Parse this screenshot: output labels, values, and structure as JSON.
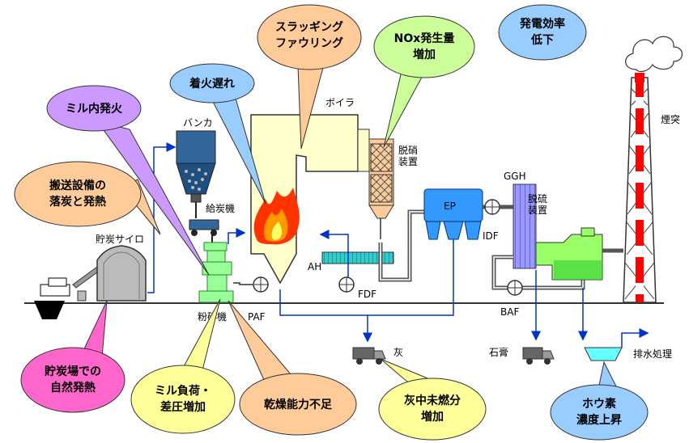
{
  "equipment_labels": {
    "coal_silo": "貯炭サイロ",
    "bunker": "バンカ",
    "coal_feeder": "給炭機",
    "pulverizer": "粉砕機",
    "boiler": "ボイラ",
    "denitrification": "脱硝",
    "denitrification_2": "装置",
    "air_heater": "AH",
    "fdf": "FDF",
    "paf": "PAF",
    "ep": "EP",
    "idf": "IDF",
    "ggh": "GGH",
    "desulfurization": "脱硫",
    "desulfurization_2": "装置",
    "baf": "BAF",
    "stack": "煙突",
    "ash": "灰",
    "gypsum": "石膏",
    "wastewater": "排水処理"
  },
  "problem_bubbles": {
    "mill_fire": "ミル内発火",
    "conveyor_1": "搬送設備の",
    "conveyor_2": "落炭と発熱",
    "yard_1": "貯炭場での",
    "yard_2": "自然発熱",
    "ignition_delay": "着火遅れ",
    "slagging_1": "スラッギング",
    "slagging_2": "ファウリング",
    "nox_1": "NOx発生量",
    "nox_2": "増加",
    "efficiency_1": "発電効率",
    "efficiency_2": "低下",
    "mill_load_1": "ミル負荷・",
    "mill_load_2": "差圧増加",
    "drying": "乾燥能力不足",
    "unburned_1": "灰中未燃分",
    "unburned_2": "増加",
    "boron_1": "ホウ素",
    "boron_2": "濃度上昇"
  },
  "colors": {
    "purple_bubble": "#cc99ff",
    "orange_bubble": "#ffcc99",
    "pink_bubble": "#ff66cc",
    "blue_bubble": "#99ccff",
    "yellow_bubble": "#ffff99",
    "green_bubble": "#ccff99",
    "boiler_fill": "#ffffcc",
    "ep_fill": "#3399ff",
    "mill_fill": "#99ff99",
    "ggh_fill": "#9999ff",
    "flow_line": "#0033cc",
    "stack_red": "#ff0000"
  }
}
